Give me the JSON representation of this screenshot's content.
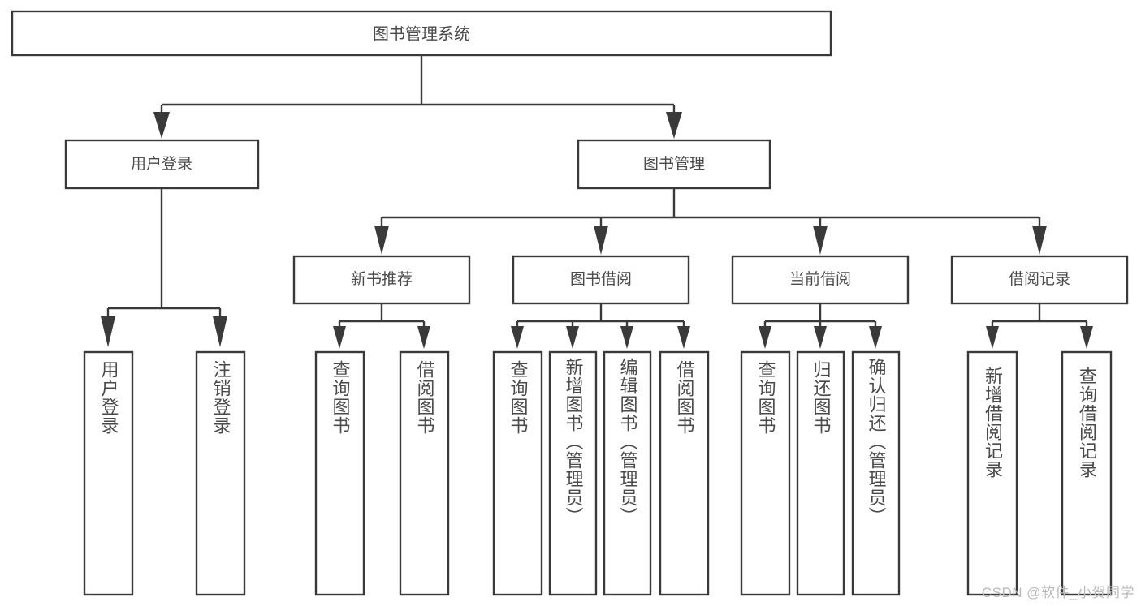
{
  "diagram": {
    "title": "图书管理系统",
    "watermark": "CSDN @软件_小贺同学",
    "type": "tree-hierarchy",
    "orientation": "top-down",
    "colors": {
      "stroke": "#3a3a3a",
      "fill": "#ffffff",
      "text": "#4a4a4a",
      "background": "#ffffff",
      "watermark": "#b9b9b9"
    },
    "root": {
      "label": "图书管理系统"
    },
    "level2": [
      {
        "label": "用户登录"
      },
      {
        "label": "图书管理"
      }
    ],
    "level3": [
      {
        "label": "新书推荐"
      },
      {
        "label": "图书借阅"
      },
      {
        "label": "当前借阅"
      },
      {
        "label": "借阅记录"
      }
    ],
    "leaves": {
      "user_login": [
        {
          "label": "用户登录"
        },
        {
          "label": "注销登录"
        }
      ],
      "new_book_recommend": [
        {
          "label": "查询图书"
        },
        {
          "label": "借阅图书"
        }
      ],
      "book_borrow": [
        {
          "label": "查询图书"
        },
        {
          "label": "新增图书（管理员）"
        },
        {
          "label": "编辑图书（管理员）"
        },
        {
          "label": "借阅图书"
        }
      ],
      "current_borrow": [
        {
          "label": "查询图书"
        },
        {
          "label": "归还图书"
        },
        {
          "label": "确认归还（管理员）"
        }
      ],
      "borrow_record": [
        {
          "label": "新增借阅记录"
        },
        {
          "label": "查询借阅记录"
        }
      ]
    }
  }
}
